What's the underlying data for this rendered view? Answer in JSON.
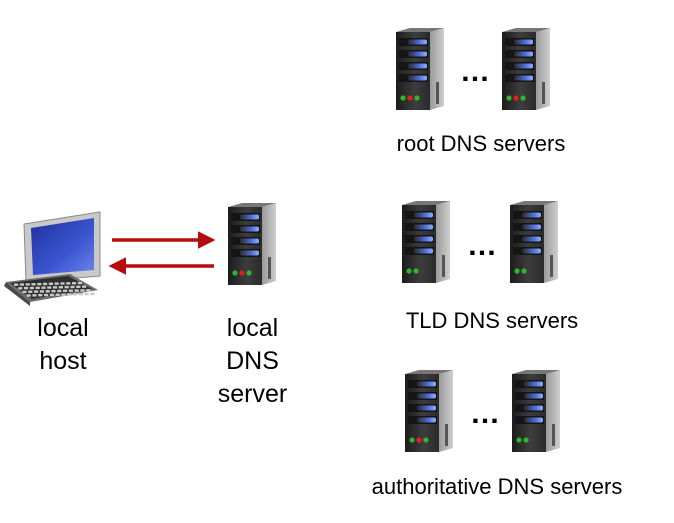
{
  "local_host": {
    "label": "local\nhost",
    "line1": "local",
    "line2": "host"
  },
  "local_dns": {
    "line1": "local",
    "line2": "DNS",
    "line3": "server"
  },
  "groups": {
    "root": {
      "label": "root DNS servers",
      "ellipsis": "…"
    },
    "tld": {
      "label": "TLD DNS servers",
      "ellipsis": "…"
    },
    "authoritative": {
      "label": "authoritative DNS servers",
      "ellipsis": "…"
    }
  },
  "colors": {
    "arrow": "#b50d0d",
    "server_body": "#3a3a3a",
    "server_light": "#8c8c8c",
    "drive_blue": "#5b7ee6",
    "led_green": "#2fb52f",
    "led_red": "#e02020",
    "monitor_screen": "#2d3fb3"
  }
}
